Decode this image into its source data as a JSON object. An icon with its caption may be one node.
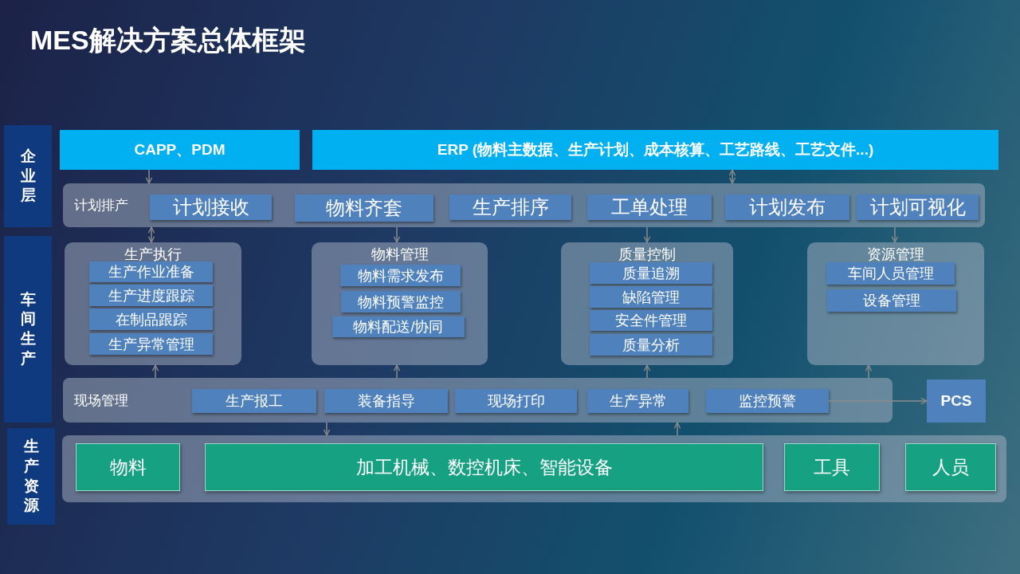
{
  "diagram": {
    "title": "MES解决方案总体框架",
    "nodes": [
      {
        "text": [
          "企业层"
        ]
      },
      {
        "text": [
          "车间生产"
        ]
      },
      {
        "text": [
          "生产资源"
        ]
      },
      {
        "text": [
          "CAPP、PDM"
        ]
      },
      {
        "text": [
          "ERP (物料主数据、生产计划、成本核算、工艺路线、工艺文件...)"
        ]
      },
      {
        "text": [
          "计划排产"
        ]
      },
      {
        "text": [
          "计划接收"
        ],
        "in": 5
      },
      {
        "text": [
          "物料齐套"
        ],
        "in": 5
      },
      {
        "text": [
          "生产排序"
        ],
        "in": 5
      },
      {
        "text": [
          "工单处理"
        ],
        "in": 5
      },
      {
        "text": [
          "计划发布"
        ],
        "in": 5
      },
      {
        "text": [
          "计划可视化"
        ],
        "in": 5
      },
      {
        "text": [
          "生产执行"
        ]
      },
      {
        "text": [
          "生产作业准备"
        ],
        "in": 12
      },
      {
        "text": [
          "生产进度跟踪"
        ],
        "in": 12
      },
      {
        "text": [
          "在制品跟踪"
        ],
        "in": 12
      },
      {
        "text": [
          "生产异常管理"
        ],
        "in": 12
      },
      {
        "text": [
          "物料管理"
        ]
      },
      {
        "text": [
          "物料需求发布"
        ],
        "in": 17
      },
      {
        "text": [
          "物料预警监控"
        ],
        "in": 17
      },
      {
        "text": [
          "物料配送/协同"
        ],
        "in": 17
      },
      {
        "text": [
          "质量控制"
        ]
      },
      {
        "text": [
          "质量追溯"
        ],
        "in": 21
      },
      {
        "text": [
          "缺陷管理"
        ],
        "in": 21
      },
      {
        "text": [
          "安全件管理"
        ],
        "in": 21
      },
      {
        "text": [
          "质量分析"
        ],
        "in": 21
      },
      {
        "text": [
          "资源管理"
        ]
      },
      {
        "text": [
          "车间人员管理"
        ],
        "in": 26
      },
      {
        "text": [
          "设备管理"
        ],
        "in": 26
      },
      {
        "text": [
          "现场管理"
        ]
      },
      {
        "text": [
          "生产报工"
        ],
        "in": 29
      },
      {
        "text": [
          "装备指导"
        ],
        "in": 29
      },
      {
        "text": [
          "现场打印"
        ],
        "in": 29
      },
      {
        "text": [
          "生产异常"
        ],
        "in": 29
      },
      {
        "text": [
          "监控预警"
        ],
        "in": 29
      },
      {
        "text": [
          "PCS"
        ]
      },
      {
        "text": [],
        "shape": "box"
      },
      {
        "text": [
          "物料"
        ],
        "in": 36
      },
      {
        "text": [
          "加工机械、数控机床、智能设备"
        ],
        "in": 36
      },
      {
        "text": [
          "工具"
        ],
        "in": 36
      },
      {
        "text": [
          "人员"
        ],
        "in": 36
      }
    ],
    "edges": [
      {
        "from": 3,
        "to": 5,
        "arrow": "to"
      },
      {
        "from": 4,
        "to": 5,
        "arrow": "both"
      },
      {
        "from": 5,
        "to": 12,
        "arrow": "both"
      },
      {
        "from": 5,
        "to": 17,
        "arrow": "to"
      },
      {
        "from": 5,
        "to": 21,
        "arrow": "to"
      },
      {
        "from": 5,
        "to": 26,
        "arrow": "to"
      },
      {
        "from": 29,
        "to": 12,
        "arrow": "to"
      },
      {
        "from": 29,
        "to": 17,
        "arrow": "to"
      },
      {
        "from": 29,
        "to": 21,
        "arrow": "to"
      },
      {
        "from": 29,
        "to": 26,
        "arrow": "to"
      },
      {
        "from": 34,
        "to": 35,
        "arrow": "to"
      },
      {
        "from": 29,
        "to": 36,
        "arrow": "to"
      },
      {
        "from": 36,
        "to": 29,
        "arrow": "to"
      }
    ]
  }
}
